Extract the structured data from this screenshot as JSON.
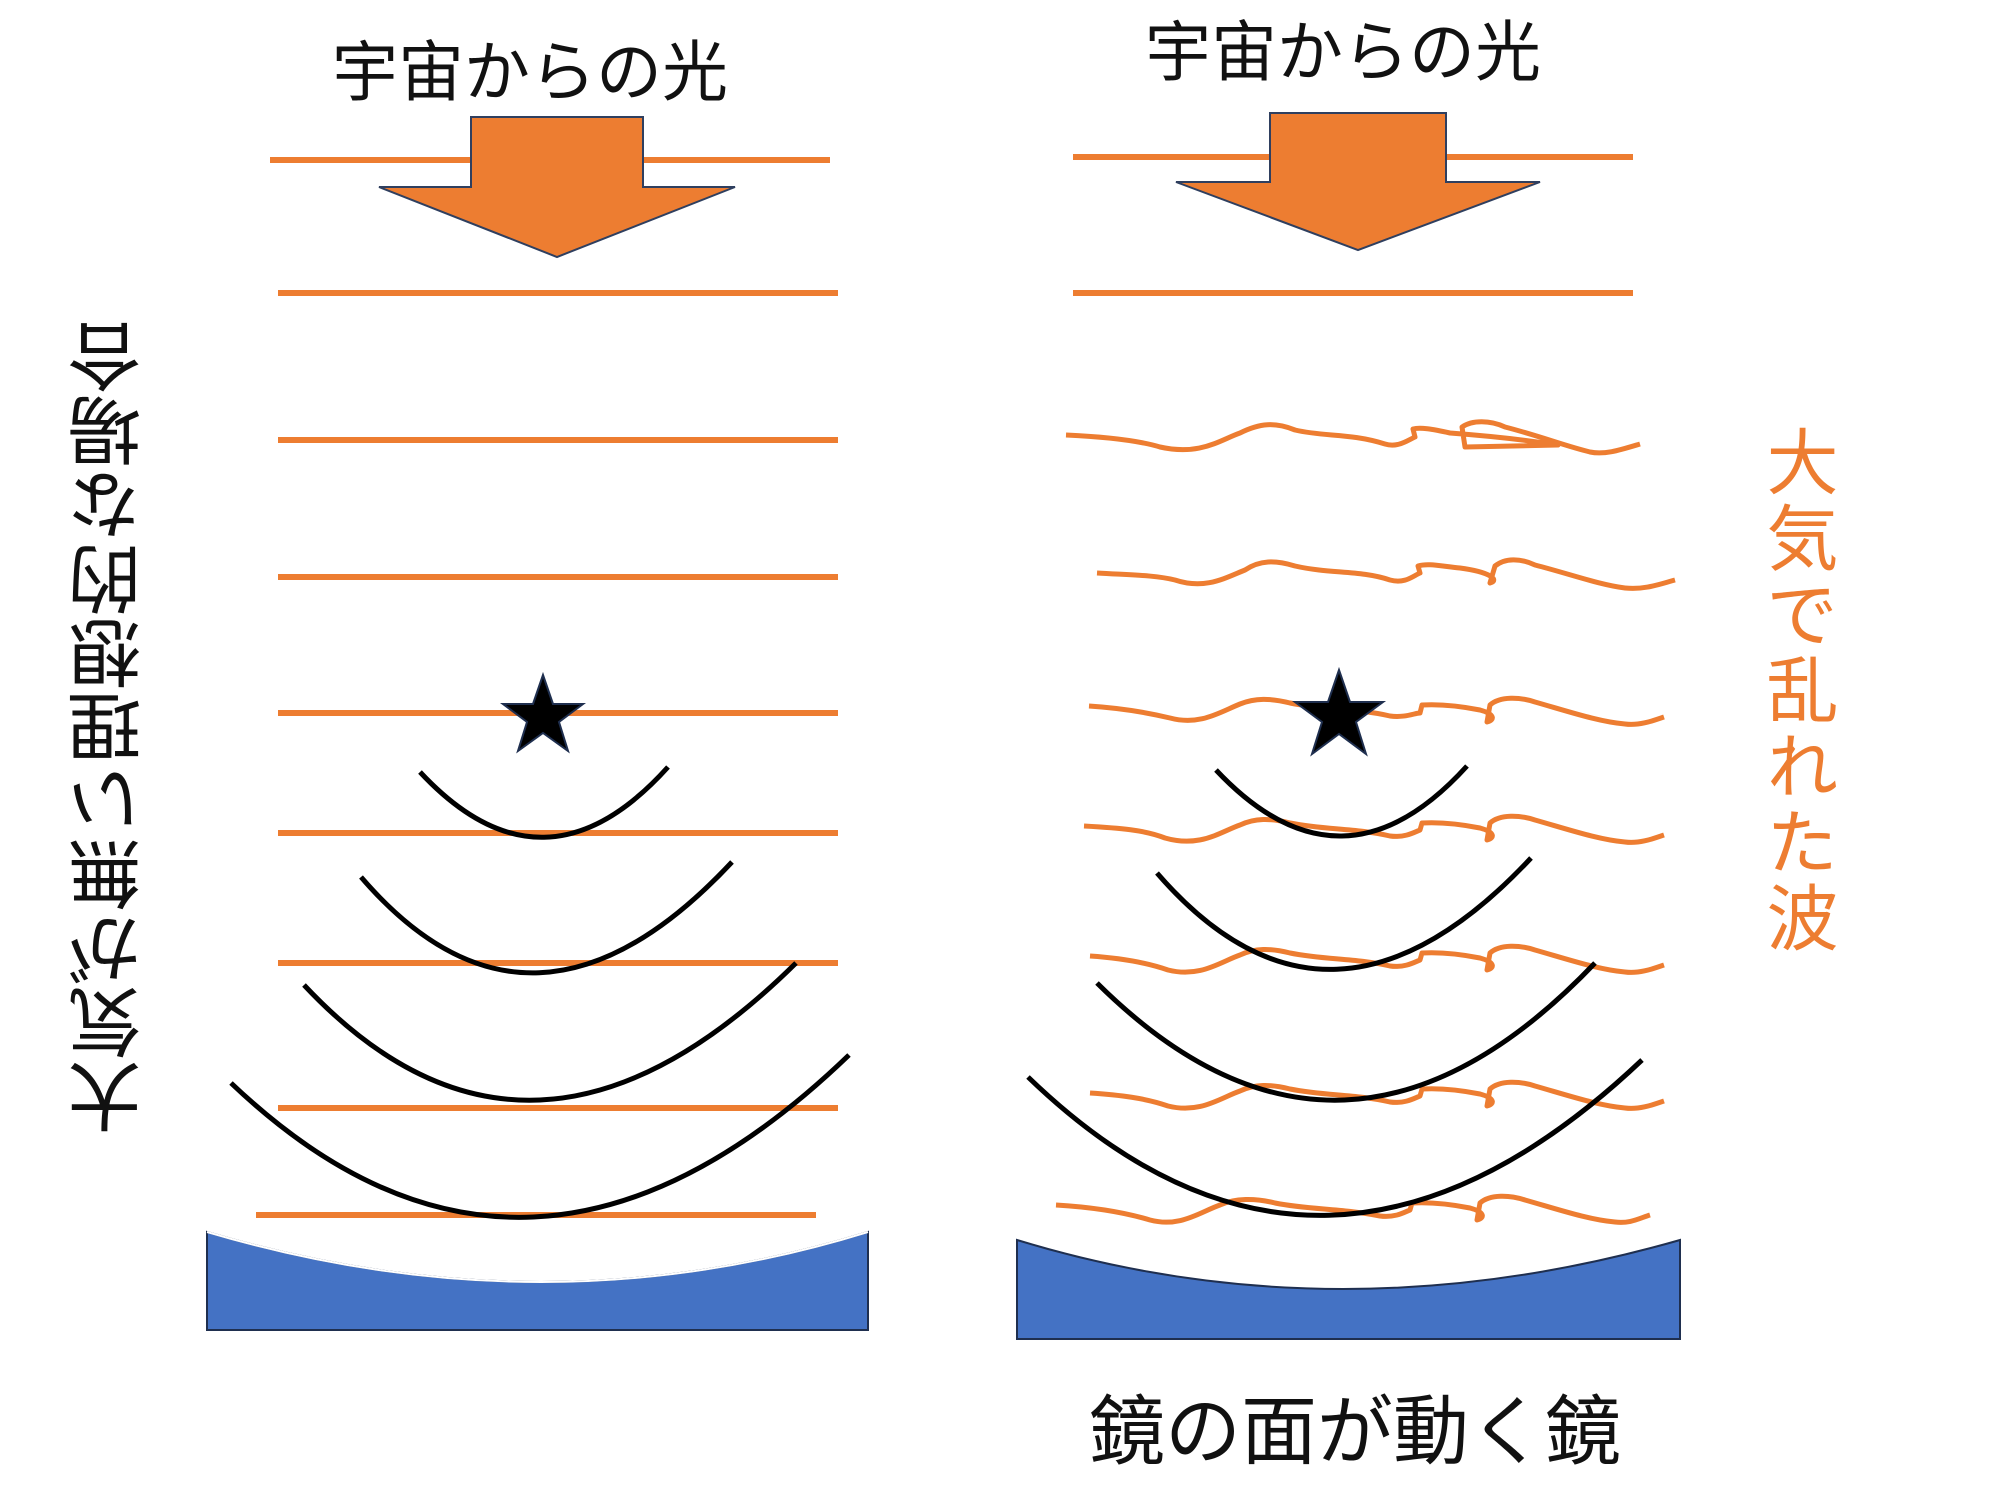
{
  "left_panel": {
    "top_label": "宇宙からの光",
    "side_label": "大気が無い理想的な場合"
  },
  "right_panel": {
    "top_label": "宇宙からの光",
    "side_label": "大気で乱れた波",
    "bottom_label": "鏡の面が動く鏡"
  },
  "colors": {
    "wave": "#ED7D31",
    "arrow": "#ED7D31",
    "mirror": "#4472C4",
    "spherical_wave": "#000000",
    "star": "#000000"
  },
  "icons": {
    "light_direction": "down-arrow-icon",
    "source": "star-icon"
  }
}
